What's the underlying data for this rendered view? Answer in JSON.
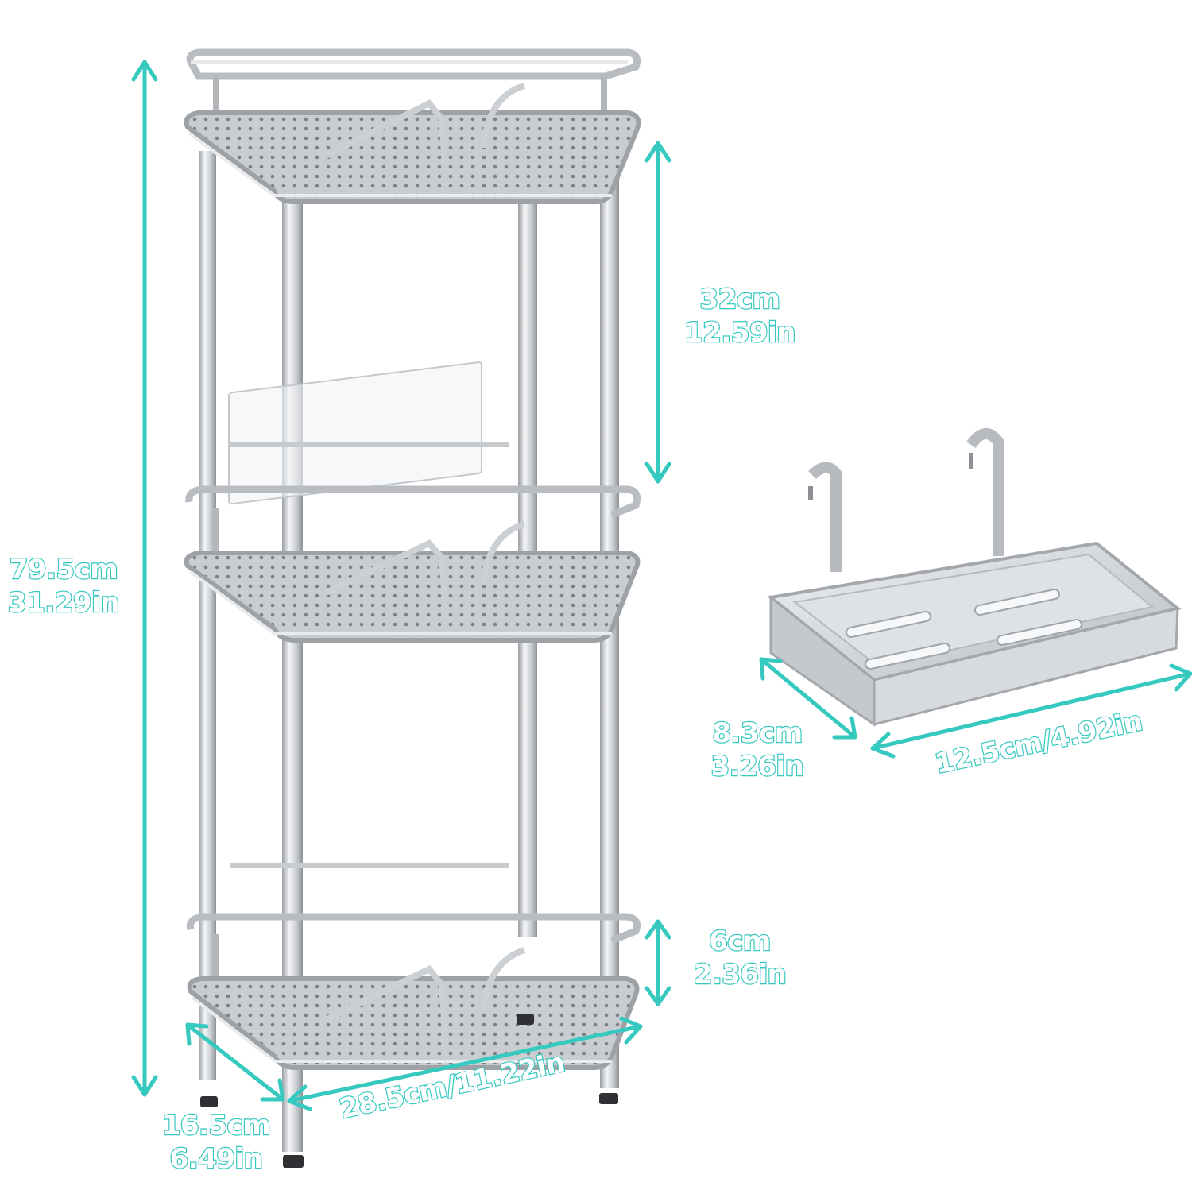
{
  "colors": {
    "accent": "#36c9c0",
    "metal_light": "#e8eaec",
    "metal_mid": "#c3c6ca",
    "metal_dark": "#8d9196",
    "background": "#ffffff"
  },
  "dimensions": {
    "total_height": {
      "cm": "79.5cm",
      "in": "31.29in"
    },
    "shelf_gap": {
      "cm": "32cm",
      "in": "12.59in"
    },
    "rail_height": {
      "cm": "6cm",
      "in": "2.36in"
    },
    "depth": {
      "cm": "16.5cm",
      "in": "6.49in"
    },
    "width": "28.5cm/11.22in",
    "soap_dish_depth": {
      "cm": "8.3cm",
      "in": "3.26in"
    },
    "soap_dish_width": "12.5cm/4.92in"
  }
}
